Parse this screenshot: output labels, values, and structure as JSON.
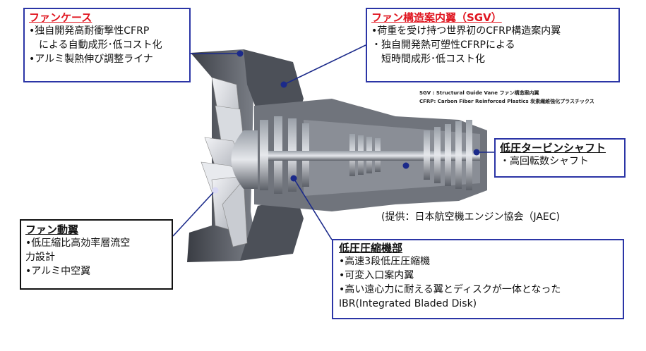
{
  "fan_case": {
    "title": "ファンケース",
    "lines": [
      "•独自開発高耐衝撃性CFRP",
      "　による自動成形･低コスト化",
      "•アルミ製熱伸び調整ライナ"
    ]
  },
  "sgv": {
    "title": "ファン構造案内翼（SGV）",
    "lines": [
      "•荷重を受け持つ世界初のCFRP構造案内翼",
      "・独自開発熱可塑性CFRPによる",
      "　短時間成形･低コスト化"
    ]
  },
  "legend": {
    "line1": "SGV  :   Structural Guide Vane   ファン構造案内翼",
    "line2": "CFRP:   Carbon Fiber  Reinforced Plastics  炭素繊維強化プラスチックス"
  },
  "lpt": {
    "title": "低圧タービンシャフト",
    "lines": [
      "・高回転数シャフト"
    ]
  },
  "fan_blade": {
    "title": "ファン動翼",
    "lines": [
      "•低圧縮比高効率層流空",
      "力設計",
      "•アルミ中空翼"
    ]
  },
  "credit": "(提供：日本航空機エンジン協会（JAEC)",
  "lpc": {
    "title": "低圧圧縮機部",
    "lines": [
      "•高速3段低圧圧縮機",
      "•可変入口案内翼",
      "•高い遠心力に耐える翼とディスクが一体となった",
      "IBR(Integrated  Bladed Disk)"
    ]
  },
  "colors": {
    "accent_blue": "#2b35a6",
    "title_red": "#e0141e",
    "engine_gray": "#6b6f78"
  }
}
